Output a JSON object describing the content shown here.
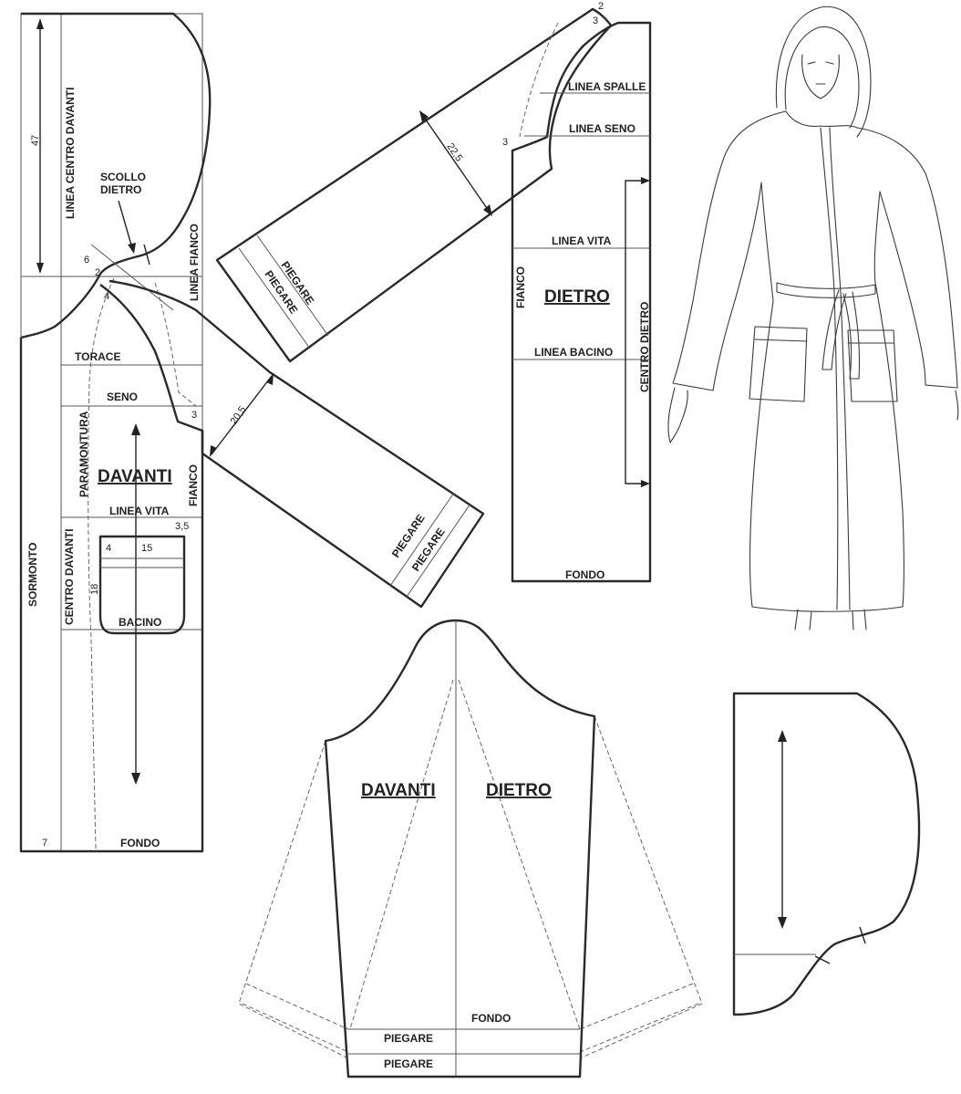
{
  "labels": {
    "front_panel": {
      "center_line": "LINEA CENTRO DAVANTI",
      "back_neck": "SCOLLO DIETRO",
      "side_line": "LINEA FIANCO",
      "chest": "TORACE",
      "bust": "SENO",
      "facing": "PARAMONTURA",
      "title": "DAVANTI",
      "waist": "LINEA VITA",
      "side": "FIANCO",
      "center_front": "CENTRO DAVANTI",
      "hip": "BACINO",
      "overlap": "SORMONTO",
      "hem": "FONDO"
    },
    "back_panel": {
      "shoulder_line": "LINEA SPALLE",
      "bust_line": "LINEA SENO",
      "waist_line": "LINEA VITA",
      "side": "FIANCO",
      "title": "DIETRO",
      "hip_line": "LINEA BACINO",
      "center_back": "CENTRO DIETRO",
      "hem": "FONDO"
    },
    "upper_sleeve": {
      "fold1": "PIEGARE",
      "fold2": "PIEGARE"
    },
    "lower_sleeve": {
      "fold1": "PIEGARE",
      "fold2": "PIEGARE"
    },
    "sleeve": {
      "front": "DAVANTI",
      "back": "DIETRO",
      "hem": "FONDO",
      "fold1": "PIEGARE",
      "fold2": "PIEGARE"
    }
  },
  "measurements": {
    "hood_height": "47",
    "n6": "6",
    "n2a": "2",
    "n4a": "4",
    "n3_front": "3",
    "upper_sleeve_width": "22,5",
    "lower_sleeve_width": "20,5",
    "pocket_offset": "3,5",
    "pocket_left": "4",
    "pocket_width": "15",
    "pocket_height": "18",
    "overlap_width": "7",
    "n2_top": "2",
    "n3_top": "3",
    "n3_back": "3"
  }
}
